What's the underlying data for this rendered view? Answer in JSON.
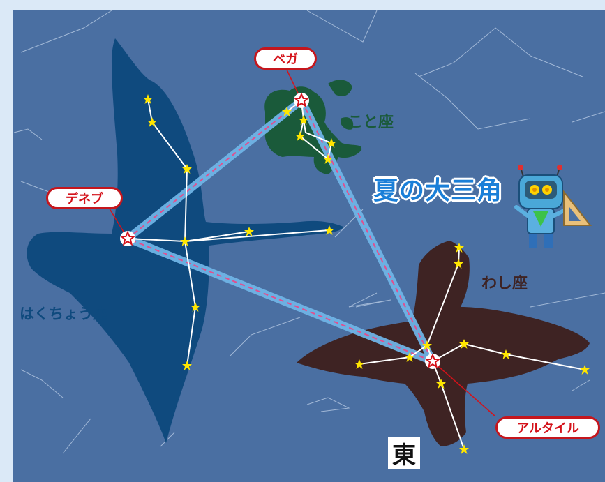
{
  "title": "夏の大三角",
  "stars": {
    "vega": "ベガ",
    "deneb": "デネブ",
    "altair": "アルタイル"
  },
  "constellations": {
    "lyra": "こと座",
    "cygnus": "はくちょう座",
    "aquila": "わし座"
  },
  "direction": "東",
  "colors": {
    "sky": "#4a6fa2",
    "swan": "#0f4a7e",
    "lyra": "#1a5a3a",
    "eagle": "#3e2323",
    "triangle": "#6fb3e6",
    "triangle_dash": "#e0508f",
    "label_red": "#d4121a",
    "title_blue": "#1a7fd8"
  },
  "icons": [
    "robot-mascot-icon",
    "star-icon"
  ]
}
